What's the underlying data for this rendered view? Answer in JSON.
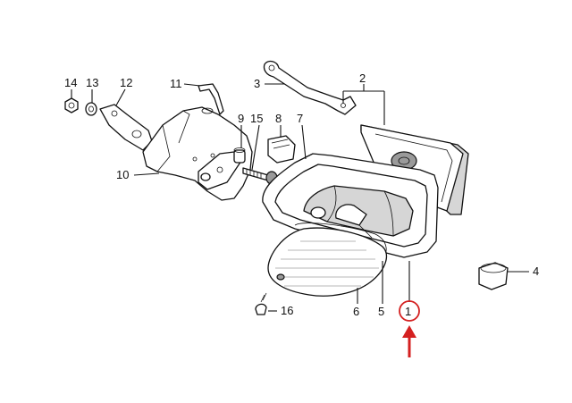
{
  "callouts": [
    {
      "id": "14",
      "label": "14"
    },
    {
      "id": "13",
      "label": "13"
    },
    {
      "id": "12",
      "label": "12"
    },
    {
      "id": "11",
      "label": "11"
    },
    {
      "id": "3",
      "label": "3"
    },
    {
      "id": "2",
      "label": "2"
    },
    {
      "id": "9",
      "label": "9"
    },
    {
      "id": "15",
      "label": "15"
    },
    {
      "id": "8",
      "label": "8"
    },
    {
      "id": "7",
      "label": "7"
    },
    {
      "id": "10",
      "label": "10"
    },
    {
      "id": "4",
      "label": "4"
    },
    {
      "id": "16",
      "label": "16"
    },
    {
      "id": "6",
      "label": "6"
    },
    {
      "id": "5",
      "label": "5"
    },
    {
      "id": "1",
      "label": "1"
    }
  ],
  "highlight": {
    "part": "1",
    "color": "#d42020"
  }
}
